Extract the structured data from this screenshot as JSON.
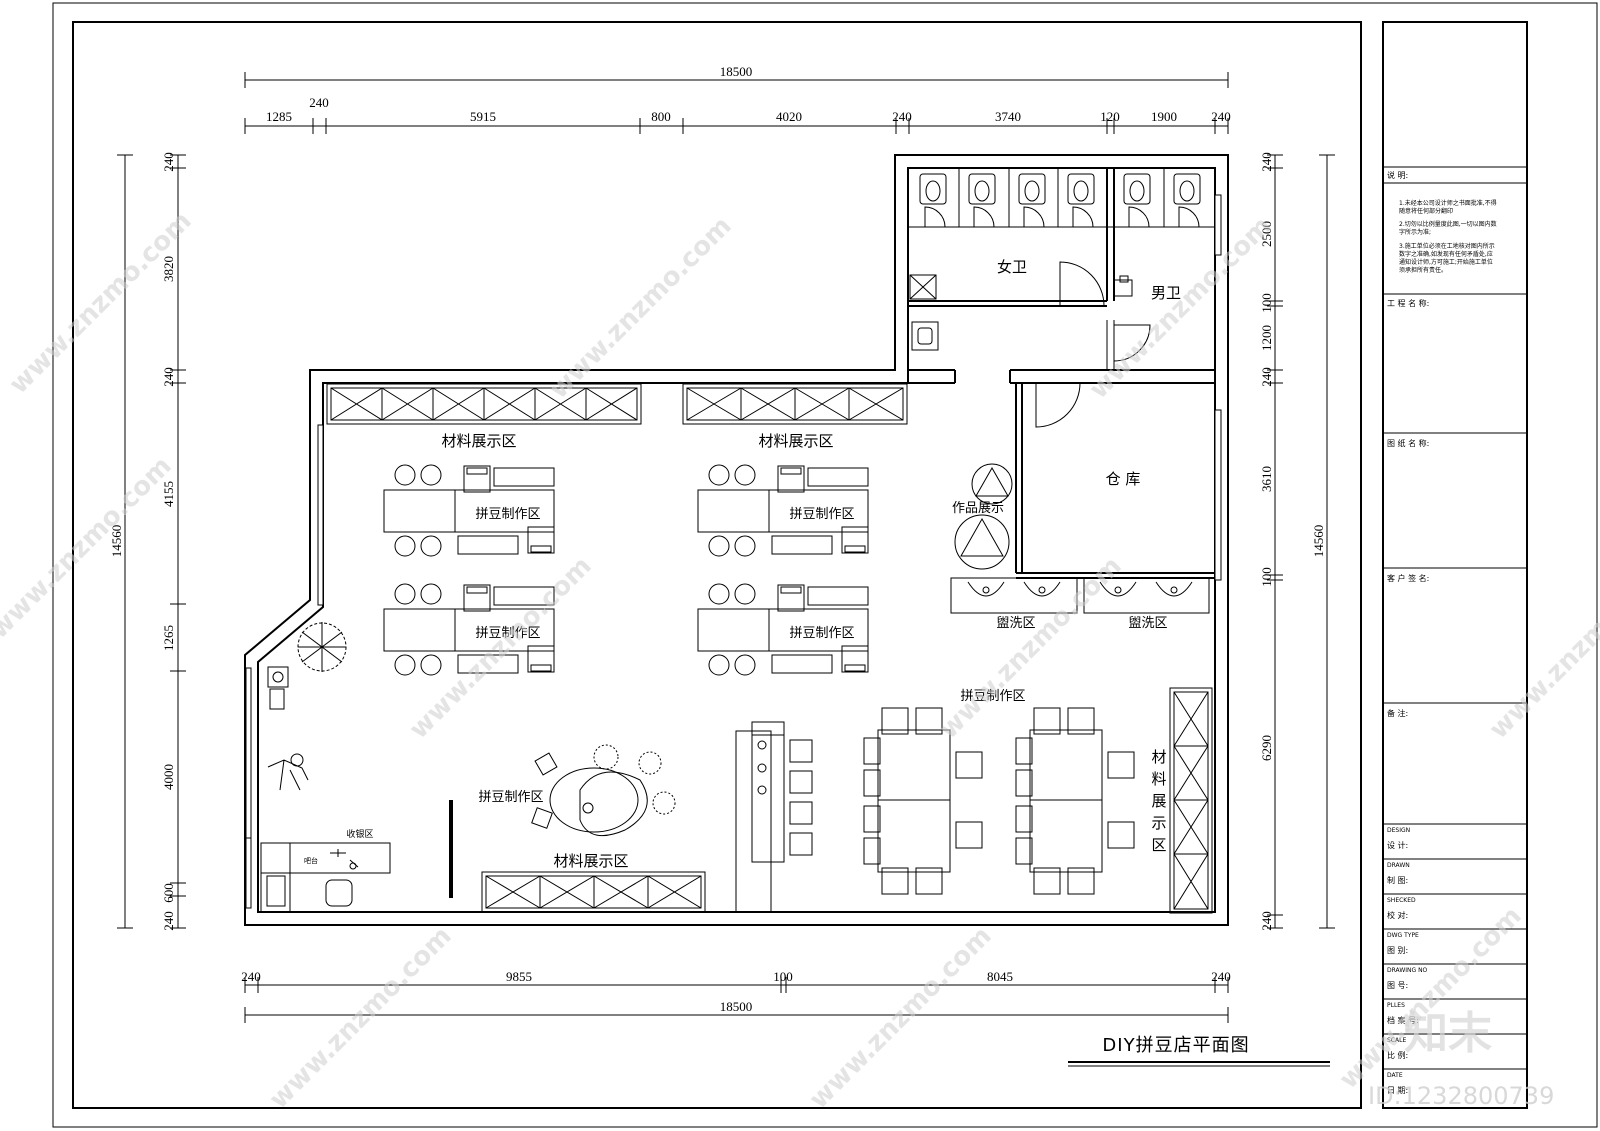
{
  "drawing_title": "DIY拼豆店平面图",
  "dimensions": {
    "top_total": "18500",
    "top_segments": [
      "1285",
      "240",
      "5915",
      "800",
      "4020",
      "240",
      "3740",
      "120",
      "1900",
      "240"
    ],
    "bottom_total": "18500",
    "bottom_segments": [
      "240",
      "9855",
      "100",
      "8045",
      "240"
    ],
    "left_total": "14560",
    "left_segments": [
      "240",
      "3820",
      "240",
      "4155",
      "1265",
      "4000",
      "240",
      "600"
    ],
    "right_total": "14560",
    "right_segments": [
      "240",
      "2500",
      "100",
      "1200",
      "240",
      "3610",
      "100",
      "6290",
      "240"
    ]
  },
  "rooms": {
    "womens_restroom": "女卫",
    "mens_restroom": "男卫",
    "storage": "仓 库",
    "works_display": "作品展示",
    "wash_area": "盥洗区",
    "material_display": "材料展示区",
    "bead_making": "拼豆制作区",
    "cashier": "收银区",
    "counter": "吧台",
    "material_display_vertical": [
      "材",
      "料",
      "展",
      "示",
      "区"
    ]
  },
  "title_block": {
    "notes_label": "说 明:",
    "notes": [
      "1.未经本公司设计师之书面批准,不得",
      "随意将任何部分翻印",
      "2.切勿以比例量度此图,一切以图内数",
      "字所示为准;",
      "3.施工单位必须在工地核对图内所示",
      "数字之准确,如发现有任何矛盾处,应",
      "通知设计师,方可施工;开始施工单位",
      "须承担所有责任。"
    ],
    "project_name": "工 程 名 称:",
    "drawing_name": "图 纸 名 称:",
    "client_signature": "客 户 签 名:",
    "remarks": "备 注:",
    "rows": [
      {
        "en": "DESIGN",
        "cn": "设  计:"
      },
      {
        "en": "DRAWN",
        "cn": "制  图:"
      },
      {
        "en": "SHECKED",
        "cn": "校  对:"
      },
      {
        "en": "DWG TYPE",
        "cn": "图  别:"
      },
      {
        "en": "DRAWING NO",
        "cn": "图  号:"
      },
      {
        "en": "PLLES",
        "cn": "档  案  号:"
      },
      {
        "en": "SCALE",
        "cn": "比  例:"
      },
      {
        "en": "DATE",
        "cn": "日  期:"
      }
    ]
  },
  "watermark": {
    "site": "www.znzmo.com",
    "brand": "知末网",
    "logo": "知末",
    "id": "ID:1232800739"
  }
}
